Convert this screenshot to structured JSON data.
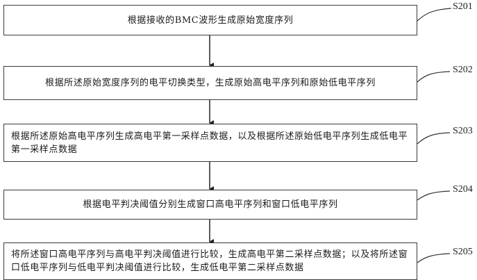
{
  "steps": [
    {
      "label": "S201",
      "text": "根据接收的BMC波形生成原始宽度序列"
    },
    {
      "label": "S202",
      "text": "根据所述原始宽度序列的电平切换类型，生成原始高电平序列和原始低电平序列"
    },
    {
      "label": "S203",
      "text": "根据所述原始高电平序列生成高电平第一采样点数据，以及根据所述原始低电平序列生成低电平第一采样点数据"
    },
    {
      "label": "S204",
      "text": "根据电平判决阈值分别生成窗口高电平序列和窗口低电平序列"
    },
    {
      "label": "S205",
      "text": "将所述窗口高电平序列与高电平判决阈值进行比较，生成高电平第二采样点数据；以及将所述窗口低电平序列与低电平判决阈值进行比较，生成低电平第二采样点数据"
    }
  ]
}
